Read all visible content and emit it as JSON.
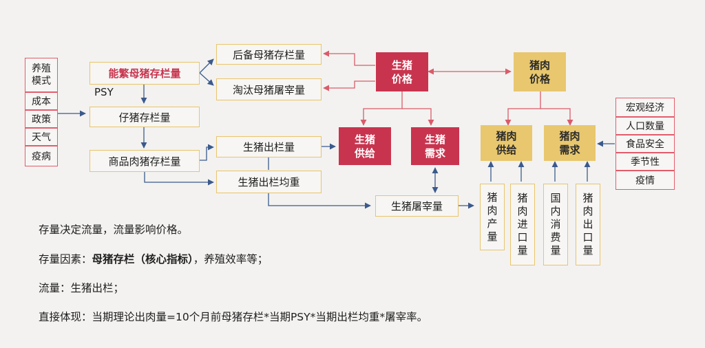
{
  "left_factors": [
    "养殖模式",
    "成本",
    "政策",
    "天气",
    "疫病"
  ],
  "right_factors": [
    "宏观经济",
    "人口数量",
    "食品安全",
    "季节性",
    "疫情"
  ],
  "nodes": {
    "breeding_sow": "能繁母猪存栏量",
    "psy": "PSY",
    "piglet": "仔猪存栏量",
    "commercial_hog": "商品肉猪存栏量",
    "reserve_sow": "后备母猪存栏量",
    "cull_sow": "淘汰母猪屠宰量",
    "hog_outflow": "生猪出栏量",
    "hog_avg_weight": "生猪出栏均重",
    "hog_slaughter": "生猪屠宰量",
    "hog_supply": "生猪\n供给",
    "hog_demand": "生猪\n需求",
    "hog_price": "生猪\n价格",
    "pork_price": "猪肉\n价格",
    "pork_supply": "猪肉\n供给",
    "pork_demand": "猪肉\n需求",
    "pork_output": "猪肉产量",
    "pork_import": "猪肉进口量",
    "domestic_consumption": "国内消费量",
    "pork_export": "猪肉出口量"
  },
  "notes": {
    "line1": "存量决定流量，流量影响价格。",
    "line2_prefix": "存量因素：",
    "line2_bold": "母猪存栏（核心指标）",
    "line2_suffix": "，养殖效率等；",
    "line3": "流量：生猪出栏；",
    "line4": "直接体现：当期理论出肉量=10个月前母猪存栏*当期PSY*当期出栏均重*屠宰率。"
  },
  "colors": {
    "red_fill": "#c8344e",
    "gold_fill": "#e8c76e",
    "red_border": "#e35b6a",
    "yellow_border": "#e9c46a",
    "blue_arrow": "#3b5a8c",
    "red_arrow": "#d95b6a"
  }
}
